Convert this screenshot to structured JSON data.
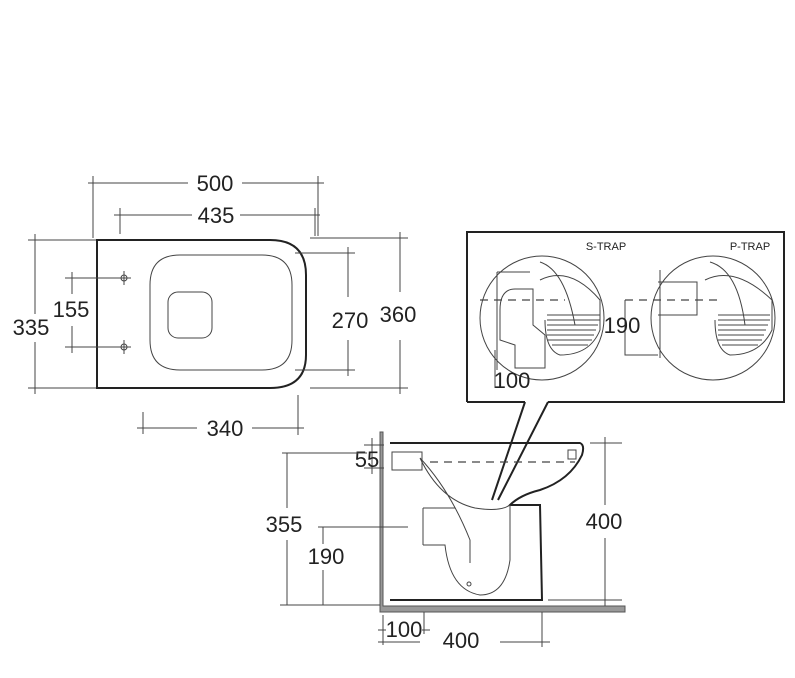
{
  "plan_view": {
    "overall_length": "500",
    "fixing_span": "435",
    "seat_width": "335",
    "fixing_hole_spacing": "155",
    "bowl_opening": "270",
    "overall_width": "360",
    "rear_to_bowl": "340"
  },
  "inset": {
    "s_trap_label": "S-TRAP",
    "p_trap_label": "P-TRAP",
    "p_trap_height": "190",
    "s_trap_offset": "100"
  },
  "side_view": {
    "inlet_offset": "55",
    "inlet_height": "355",
    "outlet_height": "190",
    "pan_height": "400",
    "outlet_wall_distance": "100",
    "projection": "400"
  }
}
